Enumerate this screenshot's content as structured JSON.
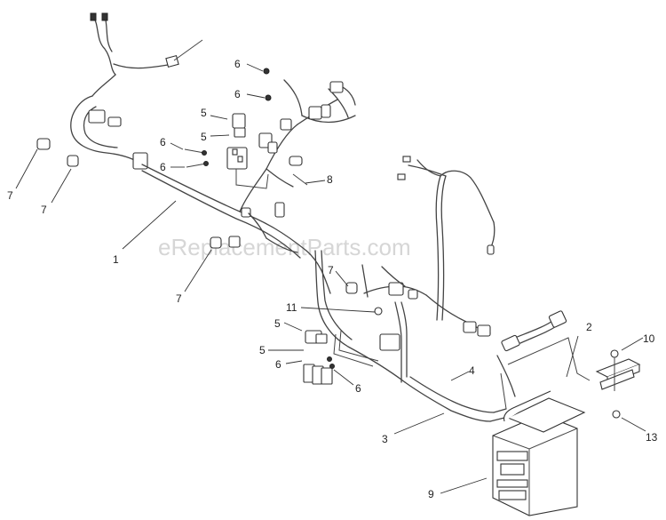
{
  "watermark": "eReplacementParts.com",
  "callouts": [
    {
      "id": "c1",
      "text": "1"
    },
    {
      "id": "c2",
      "text": "2"
    },
    {
      "id": "c3",
      "text": "3"
    },
    {
      "id": "c4",
      "text": "4"
    },
    {
      "id": "c5a",
      "text": "5"
    },
    {
      "id": "c5b",
      "text": "5"
    },
    {
      "id": "c5c",
      "text": "5"
    },
    {
      "id": "c5d",
      "text": "5"
    },
    {
      "id": "c6a",
      "text": "6"
    },
    {
      "id": "c6b",
      "text": "6"
    },
    {
      "id": "c6c",
      "text": "6"
    },
    {
      "id": "c6d",
      "text": "6"
    },
    {
      "id": "c6e",
      "text": "6"
    },
    {
      "id": "c7a",
      "text": "7"
    },
    {
      "id": "c7b",
      "text": "7"
    },
    {
      "id": "c7c",
      "text": "7"
    },
    {
      "id": "c7d",
      "text": "7"
    },
    {
      "id": "c8",
      "text": "8"
    },
    {
      "id": "c9",
      "text": "9"
    },
    {
      "id": "c10",
      "text": "10"
    },
    {
      "id": "c11",
      "text": "11"
    },
    {
      "id": "c13",
      "text": "13"
    }
  ]
}
